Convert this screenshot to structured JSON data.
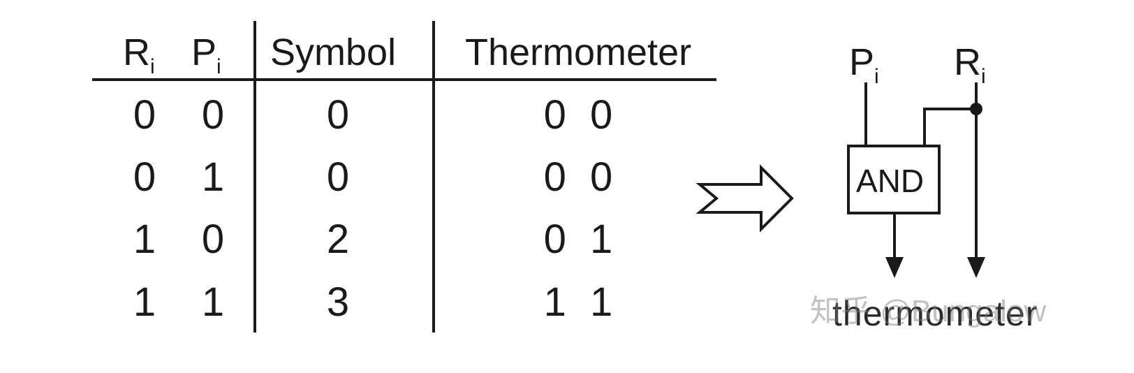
{
  "table": {
    "headers": {
      "r": "R",
      "r_sub": "i",
      "p": "P",
      "p_sub": "i",
      "symbol": "Symbol",
      "thermometer": "Thermometer"
    },
    "rows": [
      {
        "r": "0",
        "p": "0",
        "symbol": "0",
        "thermometer": "0 0"
      },
      {
        "r": "0",
        "p": "1",
        "symbol": "0",
        "thermometer": "0 0"
      },
      {
        "r": "1",
        "p": "0",
        "symbol": "2",
        "thermometer": "0 1"
      },
      {
        "r": "1",
        "p": "1",
        "symbol": "3",
        "thermometer": "1 1"
      }
    ]
  },
  "circuit": {
    "input_p": "P",
    "input_p_sub": "i",
    "input_r": "R",
    "input_r_sub": "i",
    "gate_label": "AND",
    "output_label": "thermometer"
  },
  "watermark": "知乎 @Bungalow",
  "colors": {
    "ink": "#1a1a1a",
    "background": "#ffffff"
  }
}
